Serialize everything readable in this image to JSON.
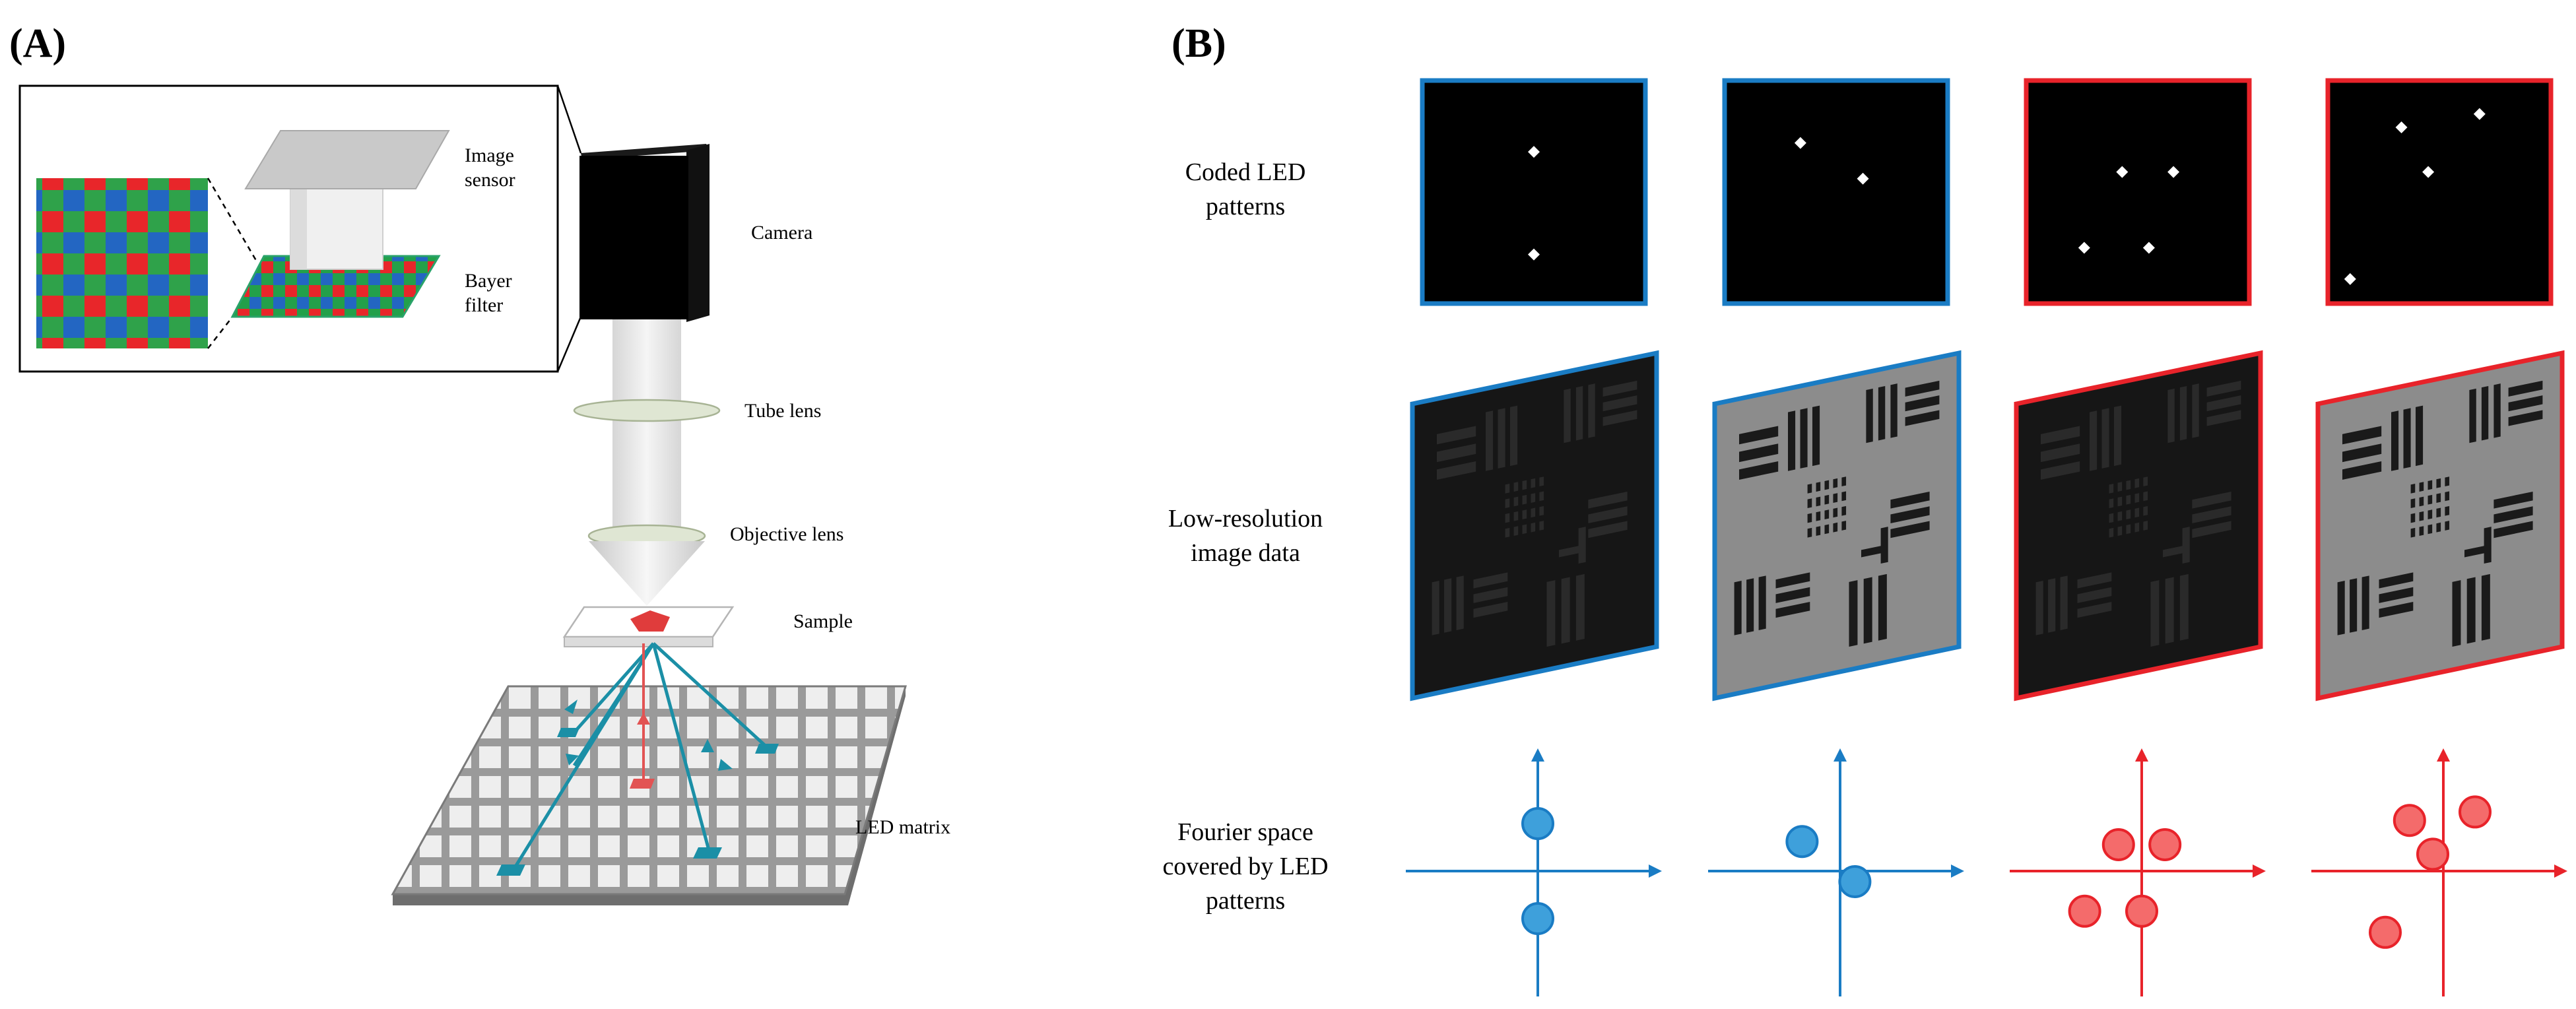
{
  "panel_a": {
    "label": "(A)",
    "image_sensor": [
      "Image",
      "sensor"
    ],
    "bayer_filter": [
      "Bayer",
      "filter"
    ],
    "camera": "Camera",
    "tube_lens": "Tube lens",
    "objective_lens": "Objective lens",
    "sample": "Sample",
    "led_matrix": "LED matrix"
  },
  "panel_b": {
    "label": "(B)",
    "row_labels": {
      "patterns": [
        "Coded LED",
        "patterns"
      ],
      "images": [
        "Low-resolution",
        "image data"
      ],
      "fourier": [
        "Fourier space",
        "covered by LED",
        "patterns"
      ]
    },
    "colors": {
      "blue": "#1a7cc4",
      "red": "#e8232a",
      "blue_fill": "#3ea0db",
      "red_fill": "#f46b6b"
    },
    "columns": [
      {
        "color": "blue",
        "image_style": "dark",
        "led_dots": [
          [
            0.5,
            0.32
          ],
          [
            0.5,
            0.78
          ]
        ],
        "fourier_circles": [
          [
            0,
            0.45
          ],
          [
            0,
            -0.45
          ]
        ]
      },
      {
        "color": "blue",
        "image_style": "bright",
        "led_dots": [
          [
            0.34,
            0.28
          ],
          [
            0.62,
            0.44
          ]
        ],
        "fourier_circles": [
          [
            -0.36,
            0.28
          ],
          [
            0.14,
            -0.1
          ]
        ]
      },
      {
        "color": "red",
        "image_style": "dark",
        "led_dots": [
          [
            0.43,
            0.41
          ],
          [
            0.66,
            0.41
          ],
          [
            0.26,
            0.75
          ],
          [
            0.55,
            0.75
          ]
        ],
        "fourier_circles": [
          [
            -0.22,
            0.25
          ],
          [
            0.22,
            0.25
          ],
          [
            -0.54,
            -0.38
          ],
          [
            0.0,
            -0.38
          ]
        ]
      },
      {
        "color": "red",
        "image_style": "bright",
        "led_dots": [
          [
            0.33,
            0.21
          ],
          [
            0.68,
            0.15
          ],
          [
            0.45,
            0.41
          ],
          [
            0.1,
            0.89
          ]
        ],
        "fourier_circles": [
          [
            -0.32,
            0.48
          ],
          [
            0.3,
            0.56
          ],
          [
            -0.1,
            0.16
          ],
          [
            -0.55,
            -0.58
          ]
        ]
      }
    ]
  }
}
